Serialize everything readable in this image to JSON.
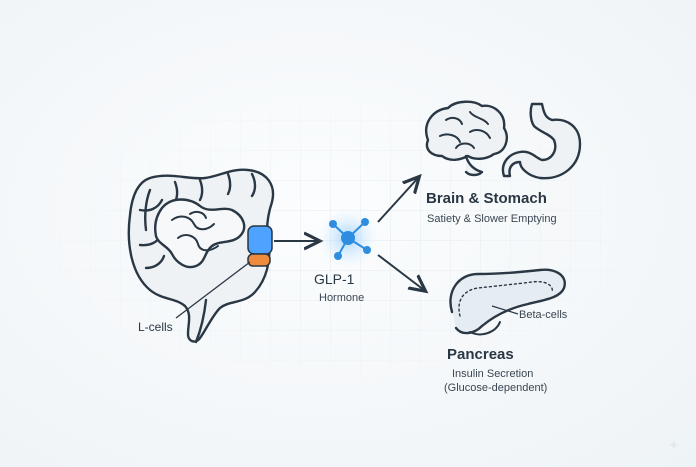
{
  "labels": {
    "l_cells": "L-cells",
    "hormone_name": "GLP-1",
    "hormone_type": "Hormone",
    "target_brain_stomach": "Brain & Stomach",
    "effect_brain_stomach": "Satiety & Slower Emptying",
    "beta_cells": "Beta-cells",
    "target_pancreas": "Pancreas",
    "effect_pancreas_1": "Insulin Secretion",
    "effect_pancreas_2": "(Glucose-dependent)"
  },
  "icons": [
    "intestine-icon",
    "molecule-icon",
    "brain-icon",
    "stomach-icon",
    "pancreas-icon",
    "sparkle-icon"
  ],
  "colors": {
    "ink": "#2a3744",
    "l_cell_blue": "#4da3ff",
    "l_cell_orange": "#f08a3c",
    "molecule_glow": "#7cc4ff",
    "molecule": "#2f8de0"
  }
}
